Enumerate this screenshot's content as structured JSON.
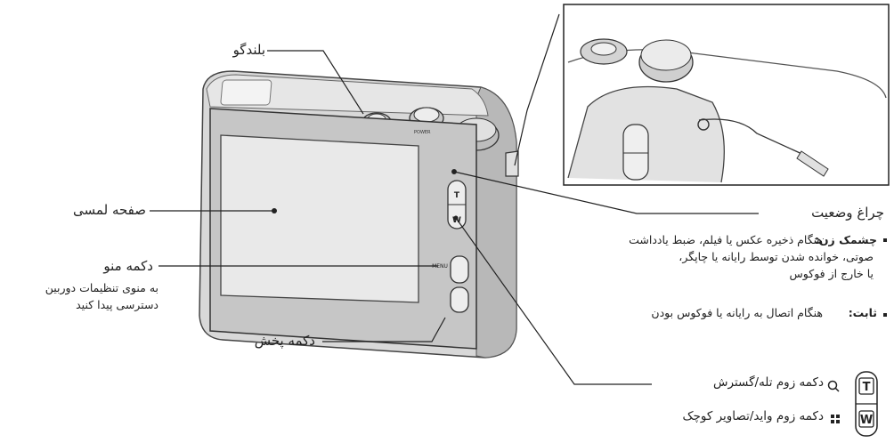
{
  "labels": {
    "speaker": "بلندگو",
    "touch_screen": "صفحه لمسی",
    "menu_button": "دکمه منو",
    "menu_desc_1": "به منوی تنظیمات دوربین",
    "menu_desc_2": "دسترسی پیدا کنید",
    "play_button": "دکمه پخش",
    "status_lamp": "چراغ وضعیت",
    "blinking_title": "چشمک زن:",
    "blinking_desc_1": "هنگام ذخیره عکس یا فیلم، ضبط یادداشت",
    "blinking_desc_2": "صوتی، خوانده شدن توسط رایانه یا چاپگر،",
    "blinking_desc_3": "یا خارج از فوکوس",
    "steady_title": "ثابت:",
    "steady_desc": "هنگام اتصال به رایانه یا فوکوس بودن",
    "zoom_tele": "دکمه زوم تله/گسترش",
    "zoom_wide": "دکمه زوم واید/تصاویر کوچک"
  },
  "camera_marks": {
    "tele": "T",
    "wide": "W",
    "menu": "MENU",
    "power": "POWER"
  }
}
